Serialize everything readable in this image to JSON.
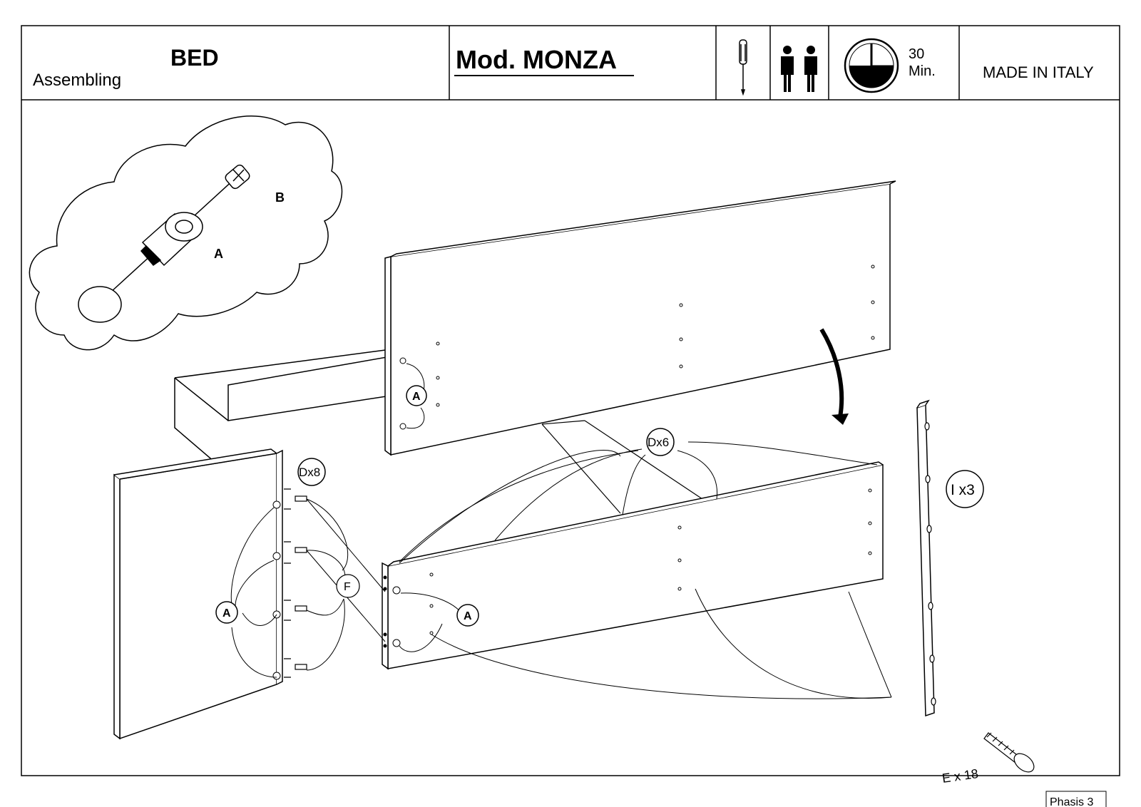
{
  "header": {
    "product": "BED",
    "subtitle": "Assembling",
    "model": "Mod. MONZA",
    "time_value": "30",
    "time_unit": "Min.",
    "origin": "MADE IN ITALY",
    "icons": [
      "screwdriver-icon",
      "two-persons-icon",
      "clock-icon"
    ]
  },
  "detail": {
    "part_a": "A",
    "part_b": "B"
  },
  "callouts": {
    "a_headboard": "A",
    "dx8": "Dx8",
    "dx6": "Dx6",
    "f": "F",
    "a_left": "A",
    "a_side": "A",
    "ix3": "I x3",
    "ex18": "E x 18"
  },
  "footer": {
    "phase": "Phasis 3"
  }
}
